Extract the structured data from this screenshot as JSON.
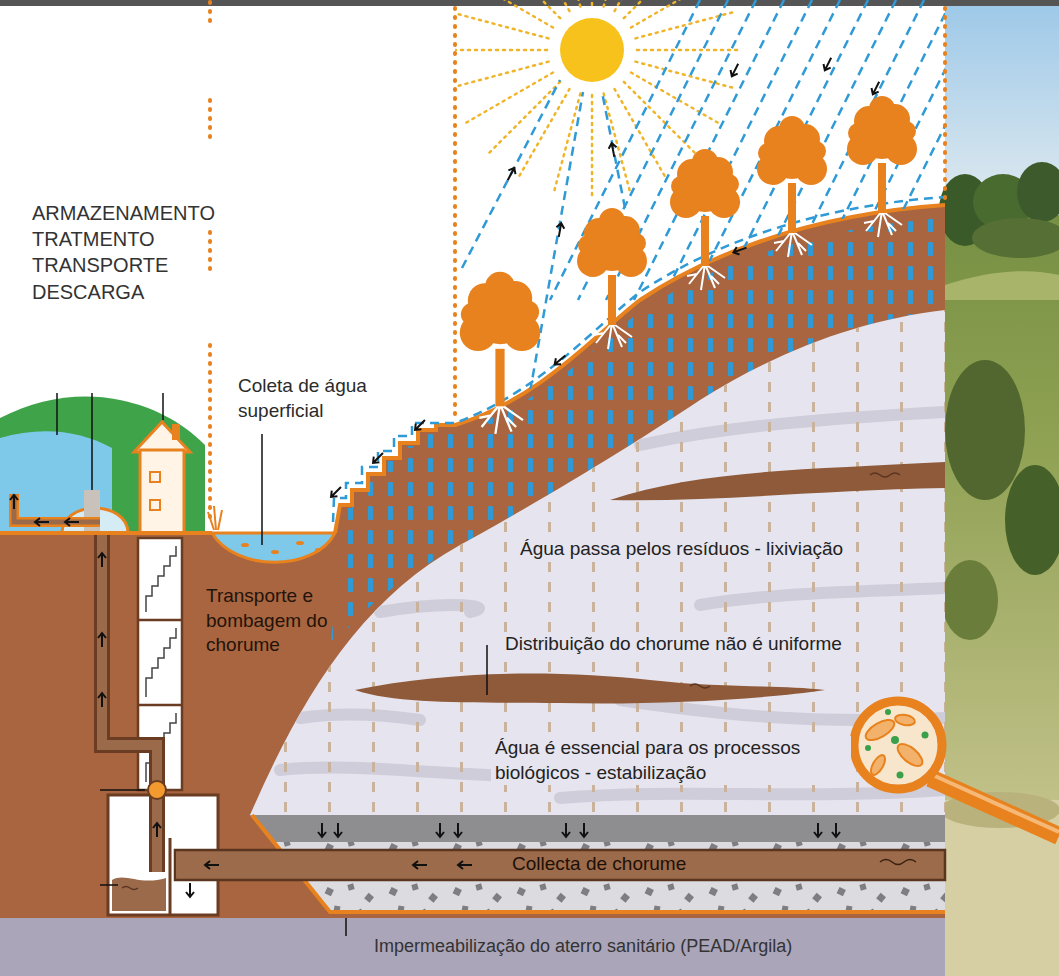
{
  "diagram": {
    "labels": [
      "ARMAZENAMENTO",
      "TRATMENTO",
      "TRANSPORTE",
      "DESCARGA",
      "Coleta de água superficial",
      "Transporte e bombagem do chorume",
      "Água passa pelos resíduos - lixiviação",
      "Distribuição do chorume não é uniforme",
      "Água é essencial para os processos biológicos - estabilização",
      "Collecta de chorume",
      "Impermeabilização do aterro sanitário (PEAD/Argila)"
    ]
  }
}
